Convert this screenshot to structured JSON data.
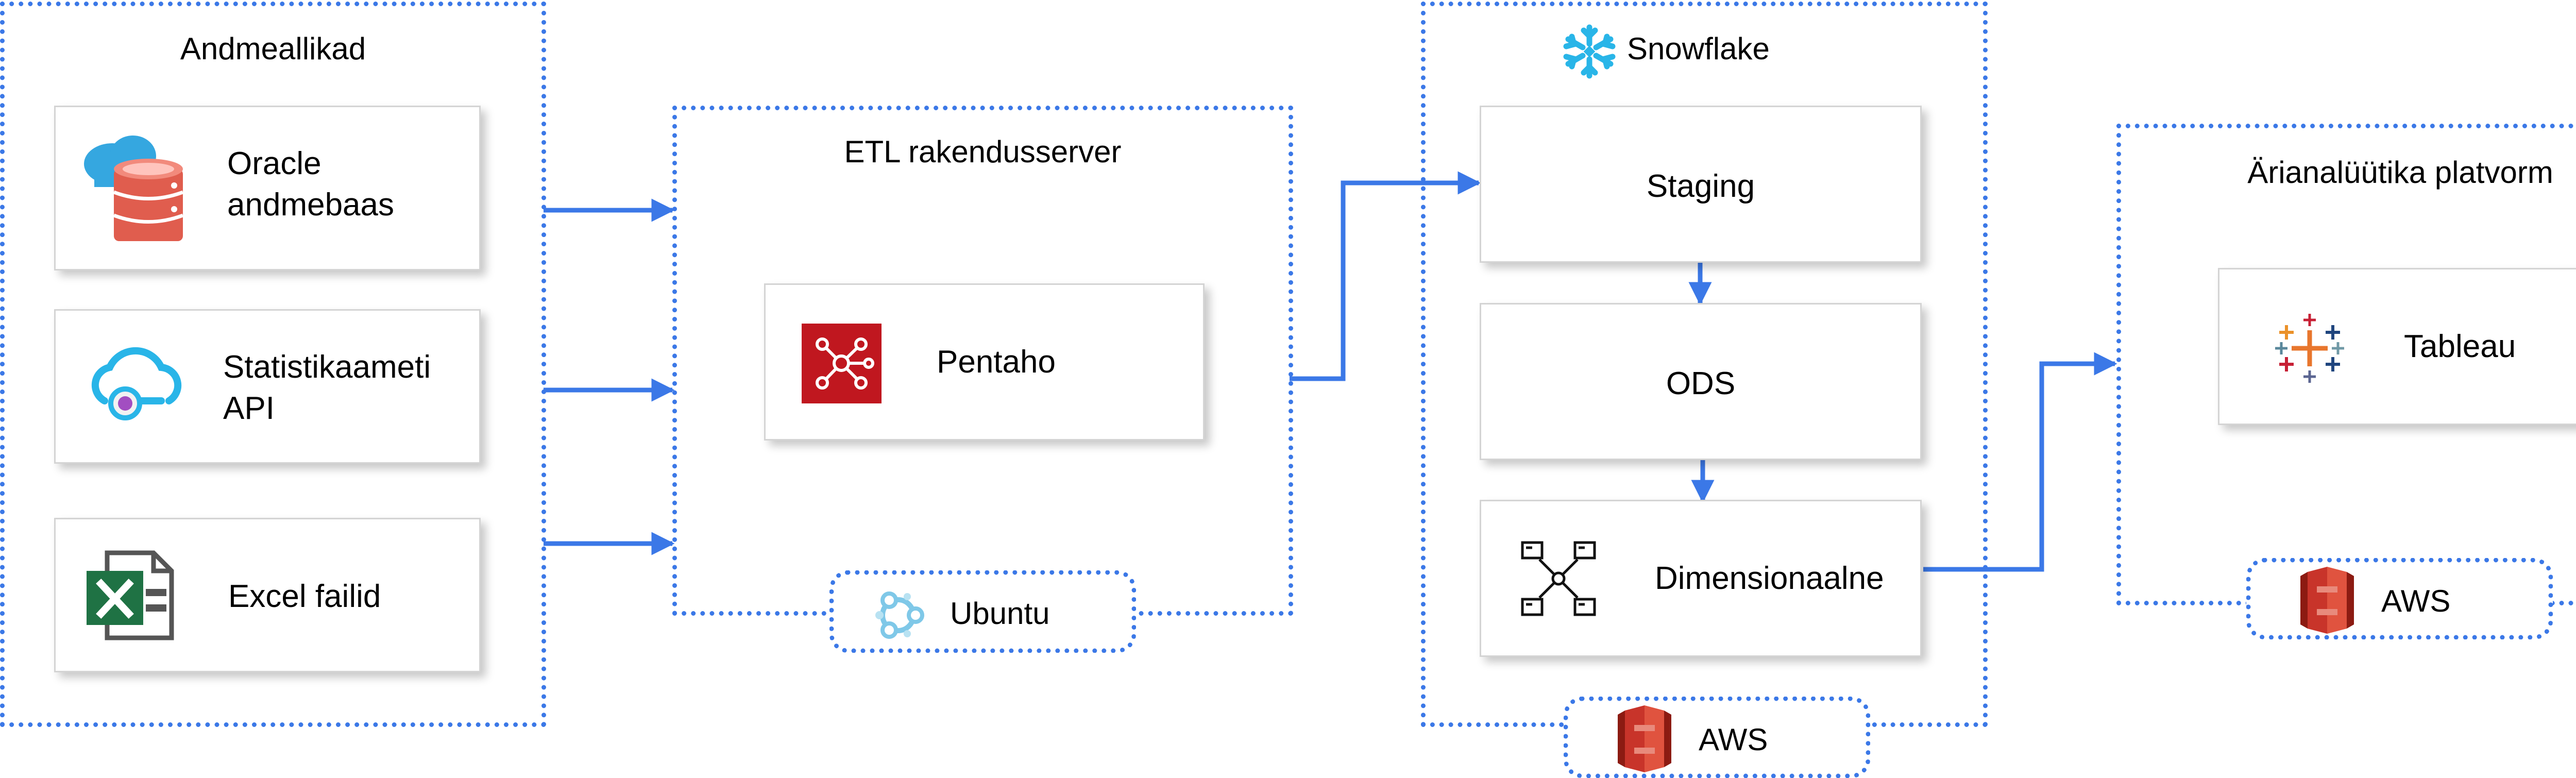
{
  "sources": {
    "title": "Andmeallikad",
    "oracle_line1": "Oracle",
    "oracle_line2": "andmebaas",
    "stat_line1": "Statistikaameti",
    "stat_line2": "API",
    "excel": "Excel failid"
  },
  "etl": {
    "title": "ETL rakendusserver",
    "pentaho": "Pentaho",
    "os_badge": "Ubuntu"
  },
  "snowflake": {
    "title": "Snowflake",
    "staging": "Staging",
    "ods": "ODS",
    "dimensional": "Dimensionaalne",
    "host_badge": "AWS"
  },
  "bi": {
    "title": "Ärianalüütika platvorm",
    "tableau": "Tableau",
    "host_badge": "AWS"
  },
  "colors": {
    "accent": "#3b78e7",
    "pentaho_red": "#c0171f",
    "aws_red": "#c8342a",
    "snowflake_blue": "#29b5e8",
    "excel_green": "#1f7244"
  },
  "icons": [
    "database-cloud-icon",
    "cloud-api-icon",
    "excel-icon",
    "pentaho-icon",
    "ubuntu-icon",
    "snowflake-icon",
    "star-schema-icon",
    "tableau-icon",
    "aws-s3-icon"
  ]
}
